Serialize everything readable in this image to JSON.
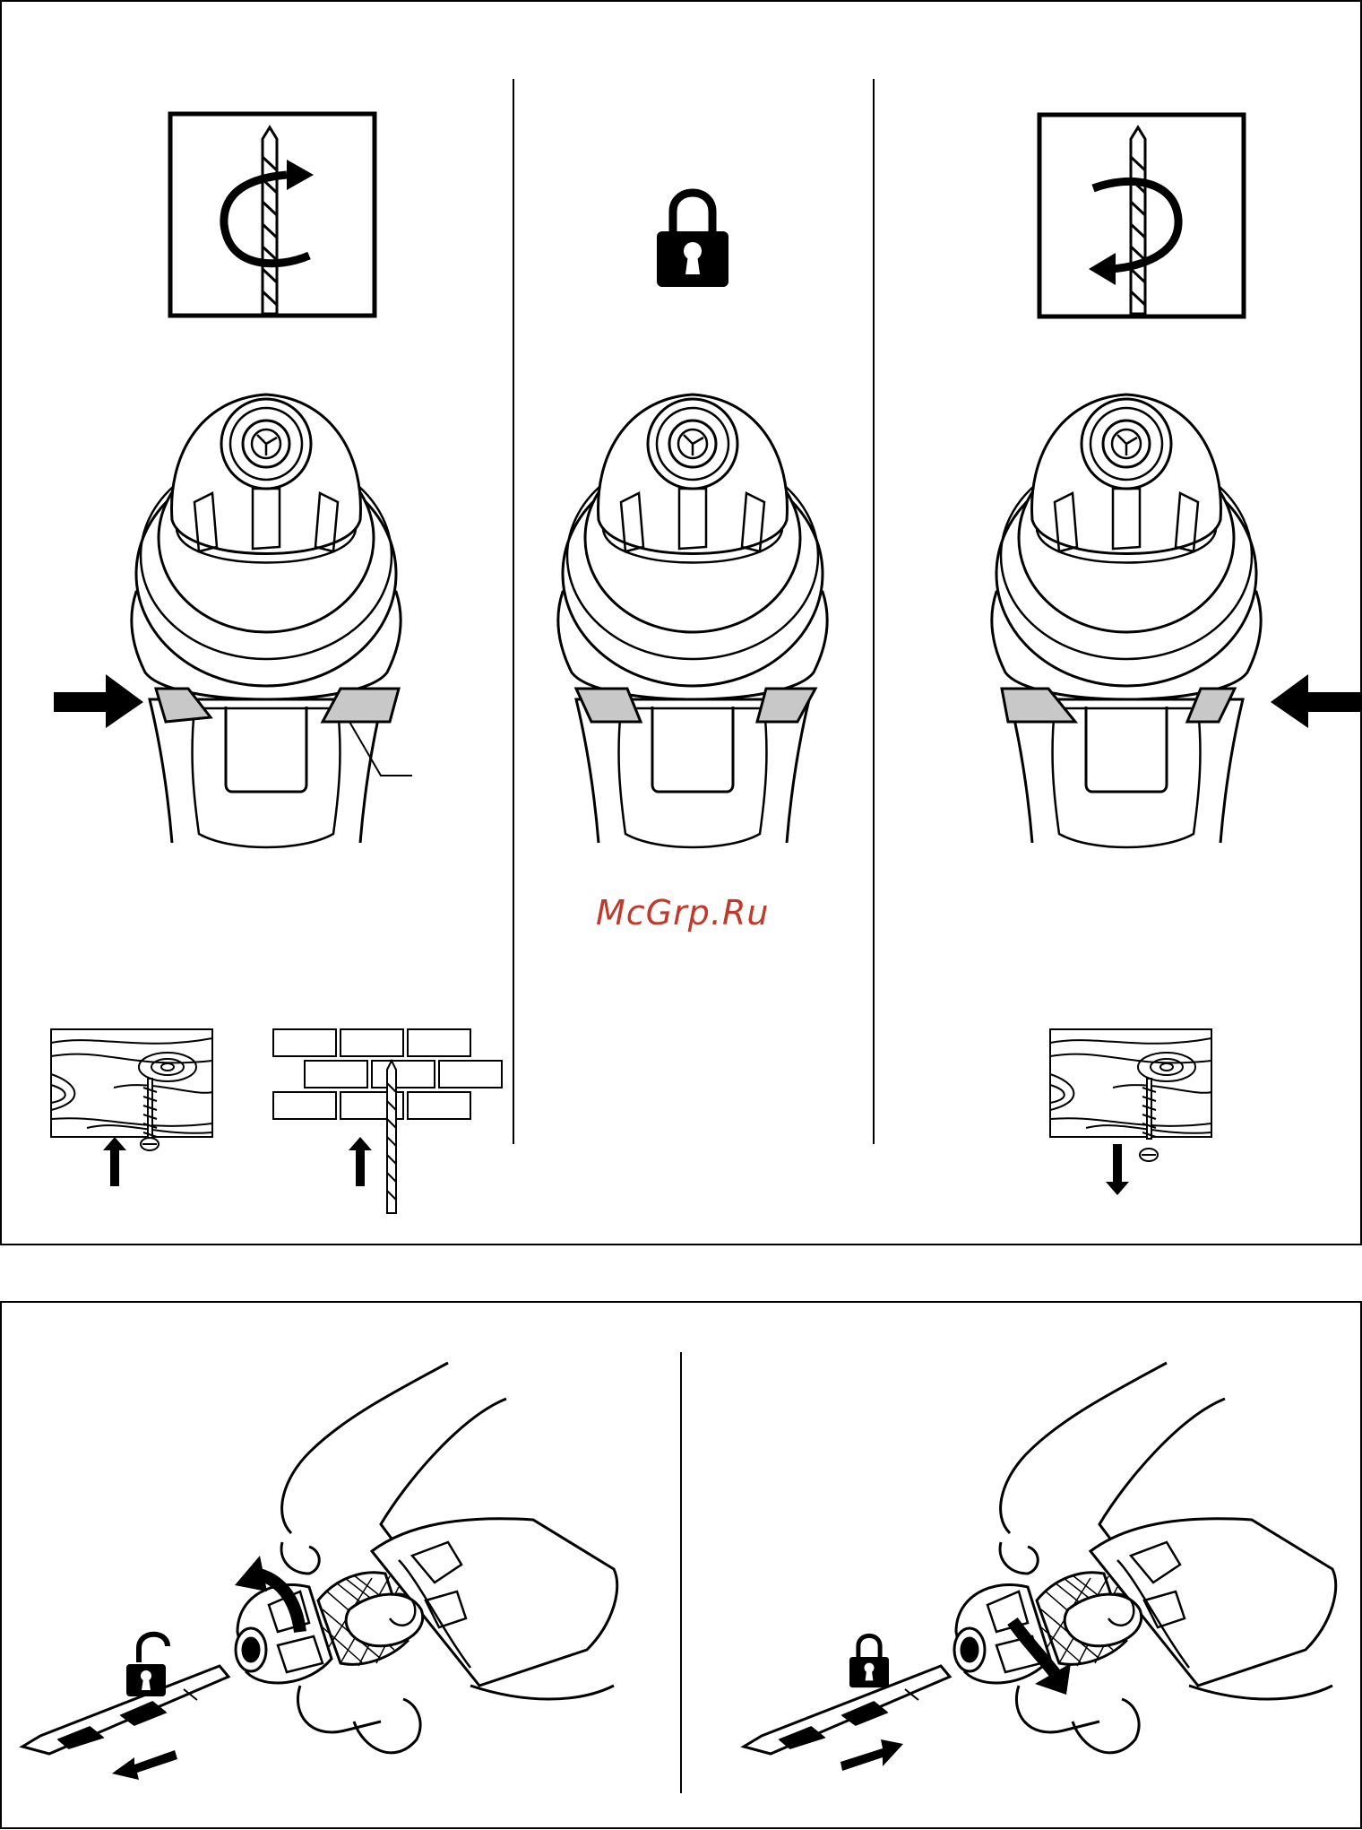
{
  "watermark": {
    "text": "McGrp.Ru",
    "color": "#c0392b"
  },
  "colors": {
    "line": "#000000",
    "switch_fill": "#c8c8c8",
    "background": "#ffffff"
  },
  "top_panel": {
    "sections": [
      {
        "mode": "forward-rotation",
        "icon": "rotate-clockwise-icon",
        "switch_pressed": "left",
        "applications": [
          "screw-in-wood-icon",
          "drill-in-brick-icon"
        ]
      },
      {
        "mode": "locked",
        "icon": "padlock-locked-icon",
        "switch_pressed": "center",
        "applications": []
      },
      {
        "mode": "reverse-rotation",
        "icon": "rotate-counterclockwise-icon",
        "switch_pressed": "right",
        "applications": [
          "unscrew-from-wood-icon"
        ]
      }
    ]
  },
  "bottom_panel": {
    "sections": [
      {
        "action": "open-chuck",
        "lock_icon": "padlock-open-icon",
        "chuck_rotation": "counterclockwise",
        "bit_direction": "remove"
      },
      {
        "action": "close-chuck",
        "lock_icon": "padlock-locked-icon",
        "chuck_rotation": "clockwise",
        "bit_direction": "insert"
      }
    ]
  }
}
